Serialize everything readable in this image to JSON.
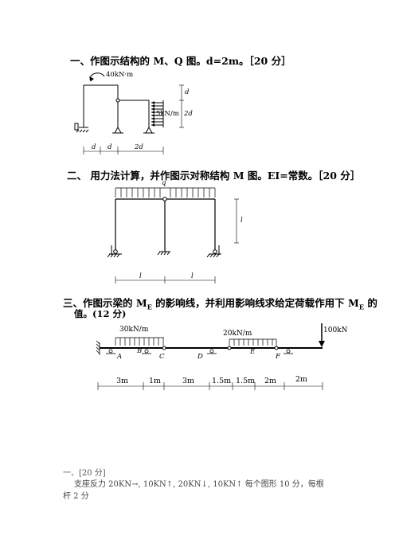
{
  "q1": {
    "title": "一、作图示结构的 M、Q 图。d=2m。［20 分］",
    "moment_label": "40kN·m",
    "load_label": "5kN/m",
    "dim_d_vert": "d",
    "dim_2d_vert": "2d",
    "dim_d1": "d",
    "dim_d2": "d",
    "dim_2d": "2d"
  },
  "q2": {
    "title": "二、  用力法计算，并作图示对称结构 M 图。EI=常数。［20 分］",
    "q_label": "q",
    "height_label": "l",
    "span1": "l",
    "span2": "l"
  },
  "q3": {
    "title_line1": "三、作图示梁的 M",
    "title_sub": "E",
    "title_mid": " 的影响线，并利用影响线求给定荷载作用下 M",
    "title_sub2": "E",
    "title_end": " 的",
    "title_line2": "值。(12 分)",
    "load1": "30kN/m",
    "load2": "20kN/m",
    "point_load": "100kN",
    "pt_A": "A",
    "pt_B": "B",
    "pt_C": "C",
    "pt_D": "D",
    "pt_E": "E",
    "pt_F": "F",
    "dims": [
      "3m",
      "1m",
      "3m",
      "1.5m",
      "1.5m",
      "2m",
      "2m"
    ]
  },
  "answer": {
    "header": "一、[20 分]",
    "line1": "支座反力 20KN→, 10KN↑,   20KN↓,   10KN↑          每个图形 10 分，每根",
    "line2": "杆 2 分"
  }
}
